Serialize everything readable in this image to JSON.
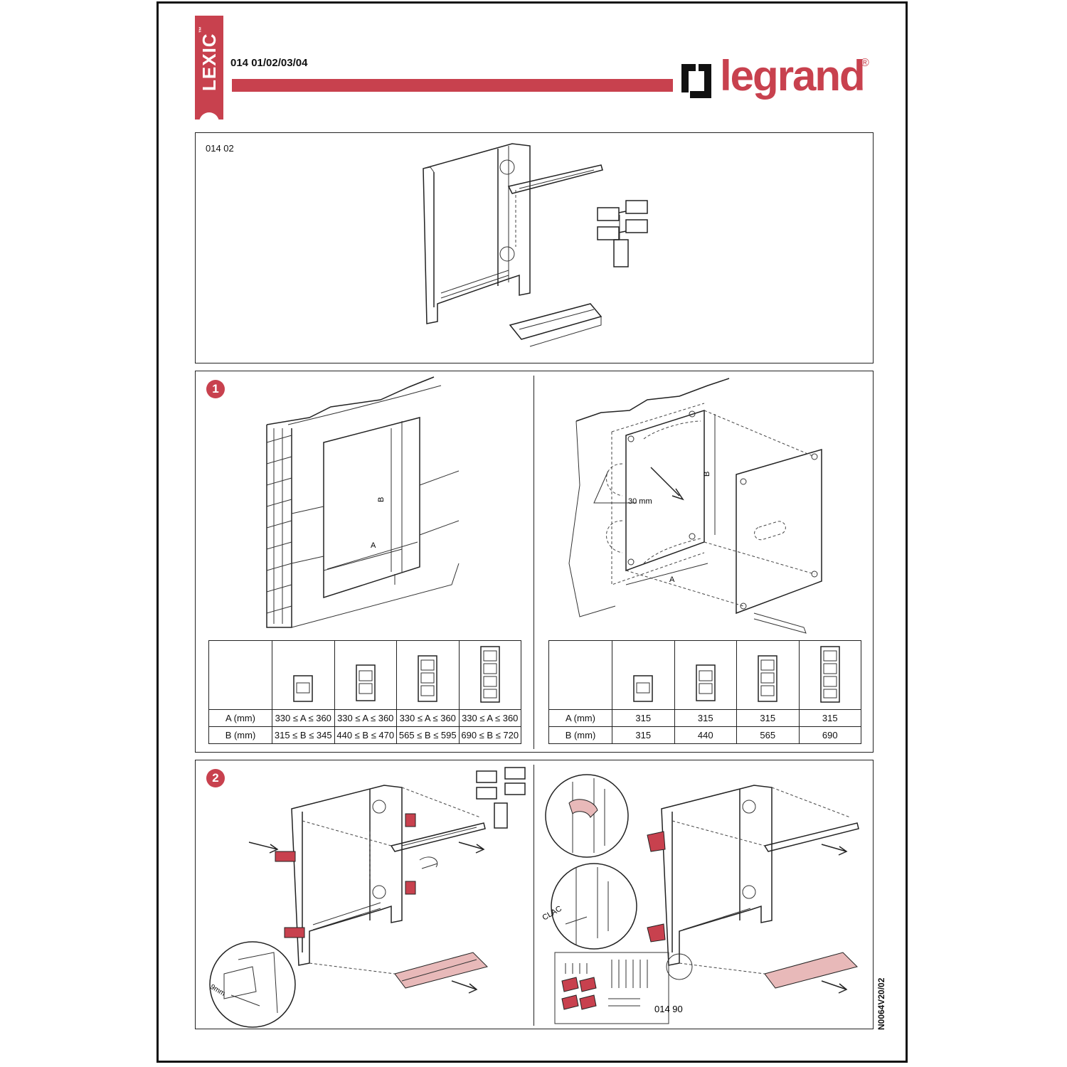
{
  "header": {
    "brand_badge": "LEXIC",
    "brand_tm": "™",
    "reference": "014 01/02/03/04",
    "logo_text": "legrand",
    "logo_reg": "®",
    "brand_color": "#c8414e"
  },
  "panel_top": {
    "caption": "014 02"
  },
  "step1": {
    "number": "1",
    "left_diagram": {
      "label_a": "A",
      "label_b": "B"
    },
    "right_diagram": {
      "label_a": "A",
      "label_b": "B",
      "depth_label": "30 mm"
    },
    "table_left": {
      "rows": [
        {
          "label": "A (mm)",
          "cells": [
            "330 ≤ A ≤ 360",
            "330 ≤ A ≤ 360",
            "330 ≤ A ≤ 360",
            "330 ≤ A ≤ 360"
          ]
        },
        {
          "label": "B (mm)",
          "cells": [
            "315 ≤ B ≤ 345",
            "440 ≤ B ≤ 470",
            "565 ≤ B ≤ 595",
            "690 ≤ B ≤ 720"
          ]
        }
      ]
    },
    "table_right": {
      "rows": [
        {
          "label": "A (mm)",
          "cells": [
            "315",
            "315",
            "315",
            "315"
          ]
        },
        {
          "label": "B (mm)",
          "cells": [
            "315",
            "440",
            "565",
            "690"
          ]
        }
      ]
    }
  },
  "step2": {
    "number": "2",
    "left_diagram": {
      "dimension_label": "9mm"
    },
    "right_diagram": {
      "clac_label": "CLAC",
      "kit_ref": "014 90"
    }
  },
  "footer": {
    "doc_code": "N0064V20/02"
  }
}
